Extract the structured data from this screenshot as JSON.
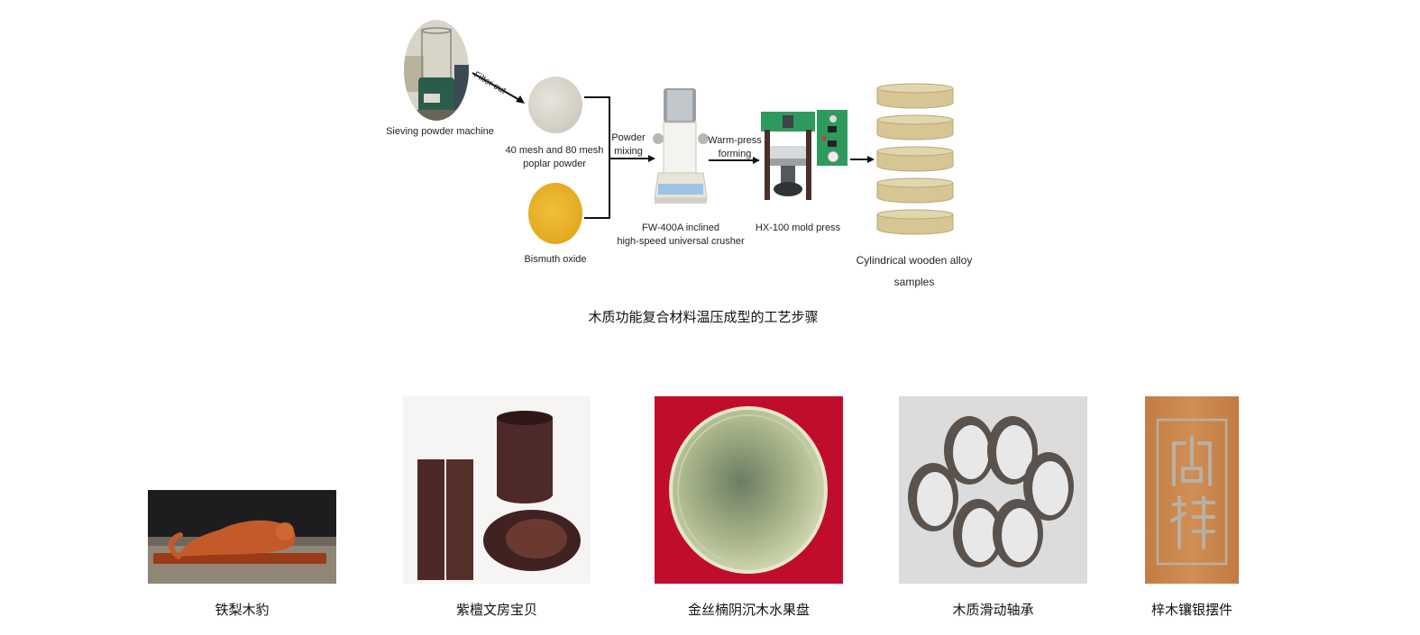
{
  "process_figure": {
    "steps": {
      "sieving_machine": "Sieving powder machine",
      "filter_out": "Filter out",
      "poplar_powder_line1": "40 mesh and 80 mesh",
      "poplar_powder_line2": "poplar powder",
      "bismuth_oxide": "Bismuth oxide",
      "powder_mixing_line1": "Powder",
      "powder_mixing_line2": "mixing",
      "crusher_line1": "FW-400A inclined",
      "crusher_line2": "high-speed universal crusher",
      "warm_press_line1": "Warm-press",
      "warm_press_line2": "forming",
      "mold_press": "HX-100 mold press",
      "samples_line1": "Cylindrical wooden alloy",
      "samples_line2": "samples"
    },
    "caption": "木质功能复合材料温压成型的工艺步骤"
  },
  "gallery": [
    {
      "caption": "铁梨木豹"
    },
    {
      "caption": "紫檀文房宝贝"
    },
    {
      "caption": "金丝楠阴沉木水果盘"
    },
    {
      "caption": "木质滑动轴承"
    },
    {
      "caption": "梓木镶银摆件"
    }
  ],
  "colors": {
    "poplar_powder": "#d9d5cc",
    "bismuth_oxide": "#e8b025",
    "sample_disc": "#d6c693",
    "press_green": "#2f9a5e",
    "tray_background": "#c00d2c",
    "catalpa_wood": "#c9844a"
  }
}
